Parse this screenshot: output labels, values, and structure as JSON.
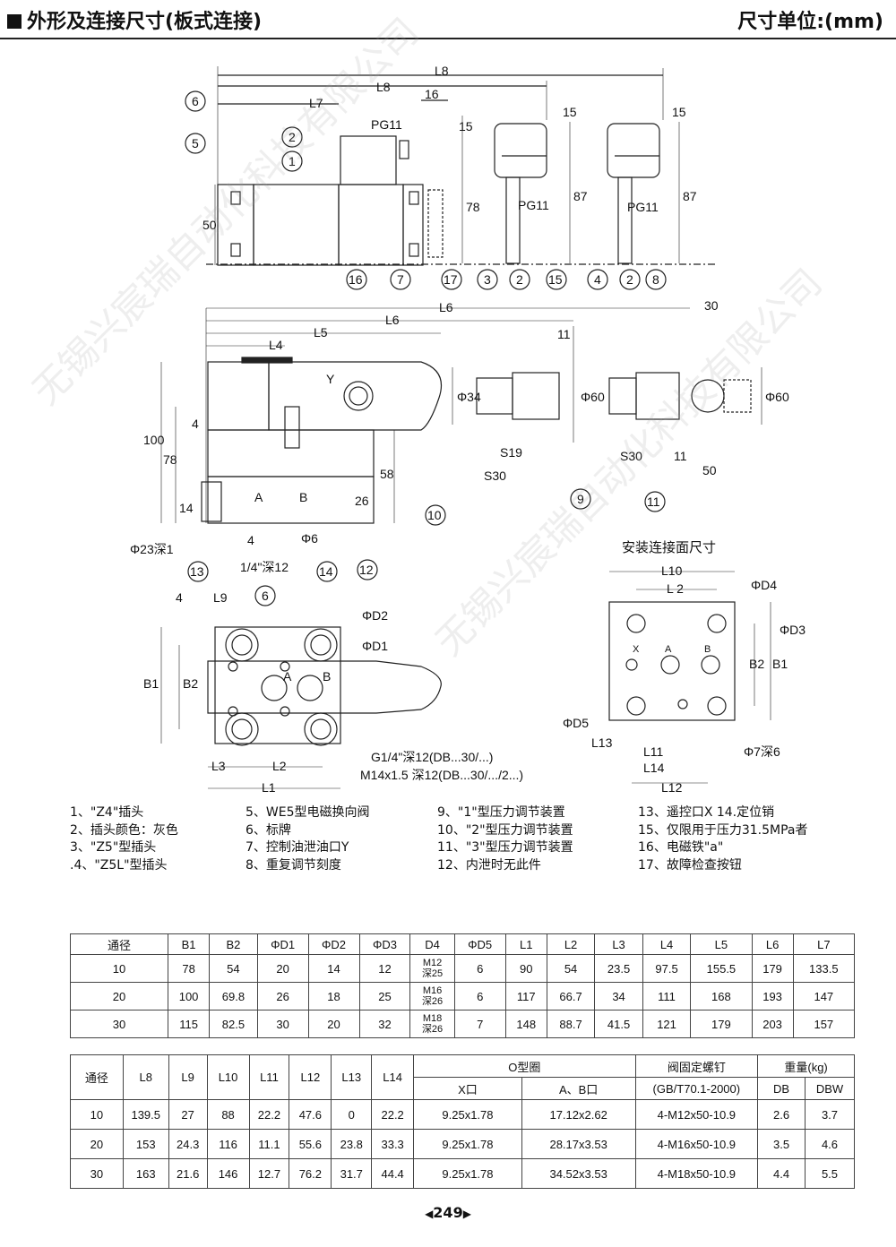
{
  "header": {
    "title": "外形及连接尺寸(板式连接)",
    "unit": "尺寸单位:(mm)"
  },
  "drawing": {
    "dims_top": [
      "L8",
      "L8",
      "L7",
      "16",
      "PG11",
      "15",
      "78",
      "50",
      "15",
      "87",
      "PG11",
      "15",
      "87",
      "PG11"
    ],
    "dims_mid": [
      "L6",
      "L5",
      "L6",
      "L4",
      "30",
      "11",
      "Y",
      "Φ34",
      "Φ60",
      "Φ60",
      "100",
      "78",
      "4",
      "58",
      "26",
      "14",
      "S19",
      "S30",
      "S30",
      "11",
      "50",
      "4",
      "Φ6",
      "Φ23深1",
      "1/4\"深12",
      "A",
      "B"
    ],
    "dims_bottom": [
      "4",
      "L9",
      "ΦD2",
      "ΦD1",
      "B1",
      "B2",
      "L3",
      "L2",
      "L1",
      "G1/4\"深12(DB...30/...)",
      "M14x1.5 深12(DB...30/.../2...)",
      "A",
      "B"
    ],
    "mount": {
      "title": "安装连接面尺寸",
      "labels": [
        "L10",
        "L 2",
        "ΦD4",
        "ΦD3",
        "X",
        "A",
        "B",
        "B2",
        "B1",
        "ΦD5",
        "L13",
        "L11",
        "L14",
        "L12",
        "Φ7深6"
      ]
    },
    "callouts": [
      "1",
      "2",
      "3",
      "4",
      "5",
      "6",
      "7",
      "8",
      "9",
      "10",
      "11",
      "12",
      "13",
      "14",
      "15",
      "16",
      "17"
    ]
  },
  "legend": {
    "col1": [
      "1、\"Z4\"插头",
      "2、插头颜色：灰色",
      "3、\"Z5\"型插头",
      ".4、\"Z5L\"型插头"
    ],
    "col2": [
      "5、WE5型电磁换向阀",
      "6、标牌",
      "7、控制油泄油口Y",
      "8、重复调节刻度"
    ],
    "col3": [
      "9、\"1\"型压力调节装置",
      "10、\"2\"型压力调节装置",
      "11、\"3\"型压力调节装置",
      "12、内泄时无此件"
    ],
    "col4": [
      "13、遥控口X 14.定位销",
      "15、仅限用于压力31.5MPa者",
      "16、电磁铁\"a\"",
      "17、故障检查按钮"
    ]
  },
  "table1": {
    "headers": [
      "通径",
      "B1",
      "B2",
      "ΦD1",
      "ΦD2",
      "ΦD3",
      "D4",
      "ΦD5",
      "L1",
      "L2",
      "L3",
      "L4",
      "L5",
      "L6",
      "L7"
    ],
    "rows": [
      [
        "10",
        "78",
        "54",
        "20",
        "14",
        "12",
        "M12",
        "深25",
        "6",
        "90",
        "54",
        "23.5",
        "97.5",
        "155.5",
        "179",
        "133.5"
      ],
      [
        "20",
        "100",
        "69.8",
        "26",
        "18",
        "25",
        "M16",
        "深26",
        "6",
        "117",
        "66.7",
        "34",
        "111",
        "168",
        "193",
        "147"
      ],
      [
        "30",
        "115",
        "82.5",
        "30",
        "20",
        "32",
        "M18",
        "深26",
        "7",
        "148",
        "88.7",
        "41.5",
        "121",
        "179",
        "203",
        "157"
      ]
    ]
  },
  "table2": {
    "headers": [
      "通径",
      "L8",
      "L9",
      "L10",
      "L11",
      "L12",
      "L13",
      "L14",
      "O型圈",
      "阀固定螺钉",
      "重量(kg)"
    ],
    "subheaders": [
      "X口",
      "A、B口",
      "(GB/T70.1-2000)",
      "DB",
      "DBW"
    ],
    "rows": [
      [
        "10",
        "139.5",
        "27",
        "88",
        "22.2",
        "47.6",
        "0",
        "22.2",
        "9.25x1.78",
        "17.12x2.62",
        "4-M12x50-10.9",
        "2.6",
        "3.7"
      ],
      [
        "20",
        "153",
        "24.3",
        "116",
        "11.1",
        "55.6",
        "23.8",
        "33.3",
        "9.25x1.78",
        "28.17x3.53",
        "4-M16x50-10.9",
        "3.5",
        "4.6"
      ],
      [
        "30",
        "163",
        "21.6",
        "146",
        "12.7",
        "76.2",
        "31.7",
        "44.4",
        "9.25x1.78",
        "34.52x3.53",
        "4-M18x50-10.9",
        "4.4",
        "5.5"
      ]
    ]
  },
  "footer": {
    "page": "249"
  },
  "watermark": "无锡兴宸瑞自动化科技有限公司"
}
